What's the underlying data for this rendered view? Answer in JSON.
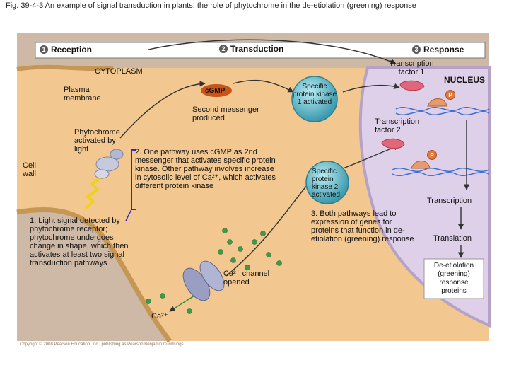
{
  "figure": {
    "title": "Fig. 39-4-3 An example of signal transduction in plants: the role of phytochrome in the de-etiolation (greening) response",
    "copyright": "Copyright © 2008 Pearson Education, Inc., publishing as Pearson Benjamin Cummings."
  },
  "steps": {
    "reception": {
      "num": "1",
      "label": "Reception"
    },
    "transduction": {
      "num": "2",
      "label": "Transduction"
    },
    "response": {
      "num": "3",
      "label": "Response"
    }
  },
  "regions": {
    "cytoplasm": "CYTOPLASM",
    "nucleus": "NUCLEUS",
    "plasma_membrane": "Plasma membrane",
    "cell_wall": "Cell wall"
  },
  "molecules": {
    "cgmp": "cGMP",
    "second_messenger": "Second messenger produced",
    "phytochrome": "Phytochrome activated by light",
    "kinase1": "Specific protein kinase 1 activated",
    "kinase2": "Specific protein kinase 2 activated",
    "tf1": "Transcription factor 1",
    "tf2": "Transcription factor 2",
    "phosphate": "P",
    "ca_channel": "Ca²⁺ channel opened",
    "ca_ion": "Ca²⁺"
  },
  "notes": {
    "note1": "1. Light signal detected by phytochrome receptor; phytochrome undergoes change in shape, which then activates at least two signal transduction pathways",
    "note2": "2. One pathway uses cGMP as 2nd messenger that activates specific protein kinase. Other pathway involves increase in cytosolic level of Ca²⁺, which activates different protein kinase",
    "note3": "3. Both pathways lead to expression of genes for proteins that function in de-etiolation (greening) response"
  },
  "process": {
    "transcription": "Transcription",
    "translation": "Translation",
    "proteins": "De-etiolation (greening) response proteins"
  },
  "colors": {
    "cell_wall": "#cdb9a6",
    "cytoplasm": "#f2c890",
    "nucleus": "#ddd0e8",
    "kinase1": "#58b5c7",
    "kinase2": "#58b5c7",
    "tf": "#e2667a",
    "ca_dot": "#3f9a4a",
    "note_bracket": "#2a2ad0"
  }
}
